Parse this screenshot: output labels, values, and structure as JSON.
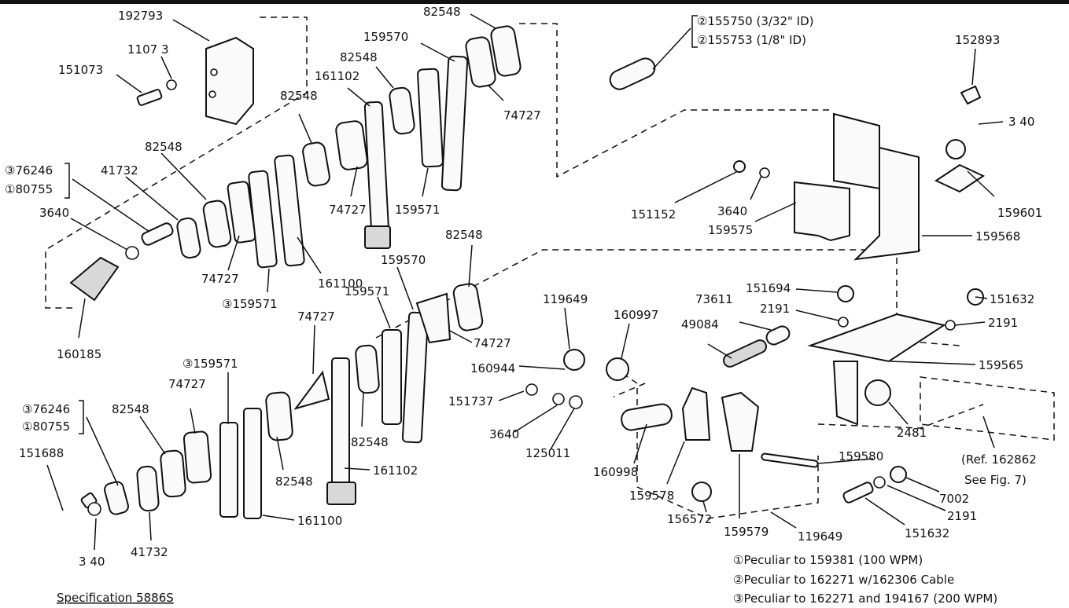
{
  "figure": {
    "specification": "Specification 5886S",
    "footnotes": [
      "①Peculiar to 159381 (100 WPM)",
      "②Peculiar to 162271 w/162306 Cable",
      "③Peculiar to 162271 and 194167 (200 WPM)"
    ],
    "reference": [
      "(Ref. 162862",
      "See Fig. 7)"
    ],
    "bracket_155": [
      "②155750 (3/32\" ID)",
      "②155753 (1/8\" ID)"
    ],
    "bracket_upper_left": [
      "③76246",
      "①80755"
    ],
    "bracket_lower_left": [
      "③76246",
      "①80755"
    ]
  },
  "labels": {
    "l192793": "192793",
    "l1107_3": "1107 3",
    "l151073": "151073",
    "l82548_top": "82548",
    "l159570_top": "159570",
    "l82548_b": "82548",
    "l161102_top": "161102",
    "l74727_top": "74727",
    "l82548_c": "82548",
    "l82548_d": "82548",
    "l41732_top": "41732",
    "l3640_left": "3640",
    "l74727_b": "74727",
    "l74727_c": "74727",
    "l159571_top": "159571",
    "l161100_top": "161100",
    "l159571_c3": "③159571",
    "l160185": "160185",
    "l82548_mid": "82548",
    "l159570_mid": "159570",
    "l159571_mid": "159571",
    "l74727_mid": "74727",
    "l74727_mid2": "74727",
    "l159571_c3b": "③159571",
    "l74727_low": "74727",
    "l82548_low": "82548",
    "l82548_low2": "82548",
    "l82548_low3": "82548",
    "l161102_low": "161102",
    "l161100_low": "161100",
    "l151688": "151688",
    "l3_40_low": "3 40",
    "l41732_low": "41732",
    "l119649_top": "119649",
    "l160997": "160997",
    "l160944": "160944",
    "l151737": "151737",
    "l3640_mid": "3640",
    "l125011": "125011",
    "l160998": "160998",
    "l159578": "159578",
    "l156572": "156572",
    "l159579": "159579",
    "l119649_low": "119649",
    "l49084": "49084",
    "l73611": "73611",
    "l151694": "151694",
    "l2191_a": "2191",
    "l151632_a": "151632",
    "l2191_b": "2191",
    "l159565": "159565",
    "l2481": "2481",
    "l159580": "159580",
    "l7002": "7002",
    "l2191_c": "2191",
    "l151632_b": "151632",
    "l152893": "152893",
    "l3_40_top": "3 40",
    "l159601": "159601",
    "l159568": "159568",
    "l151152": "151152",
    "l3640_right": "3640",
    "l159575": "159575"
  }
}
